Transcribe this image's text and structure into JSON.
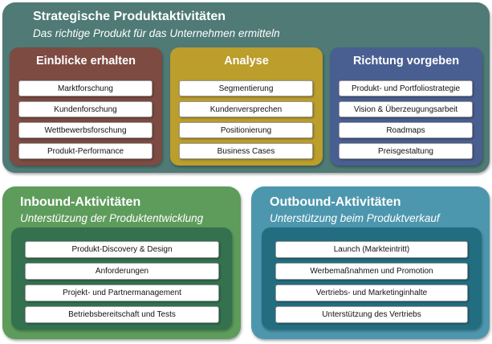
{
  "top": {
    "title": "Strategische Produktaktivitäten",
    "subtitle": "Das richtige Produkt für das Unternehmen ermitteln",
    "color": "#4f7a76",
    "columns": [
      {
        "title": "Einblicke erhalten",
        "color": "#7d4b42",
        "items": [
          "Marktforschung",
          "Kundenforschung",
          "Wettbewerbsforschung",
          "Produkt-Performance"
        ]
      },
      {
        "title": "Analyse",
        "color": "#bb9e2b",
        "items": [
          "Segmentierung",
          "Kundenversprechen",
          "Positionierung",
          "Business Cases"
        ]
      },
      {
        "title": "Richtung vorgeben",
        "color": "#4a5f91",
        "items": [
          "Produkt- und Portfoliostrategie",
          "Vision & Überzeugungsarbeit",
          "Roadmaps",
          "Preisgestaltung"
        ]
      }
    ]
  },
  "inbound": {
    "title": "Inbound-Aktivitäten",
    "subtitle": "Unterstützung der Produktentwicklung",
    "color": "#5e9c5c",
    "inner_color": "#33714f",
    "items": [
      "Produkt-Discovery & Design",
      "Anforderungen",
      "Projekt- und Partnermanagement",
      "Betriebsbereitschaft und Tests"
    ]
  },
  "outbound": {
    "title": "Outbound-Aktivitäten",
    "subtitle": "Unterstützung beim Produktverkauf",
    "color": "#4d97ae",
    "inner_color": "#226e80",
    "items": [
      "Launch (Markteintritt)",
      "Werbemaßnahmen und Promotion",
      "Vertriebs- und Marketinginhalte",
      "Unterstützung des Vertriebs"
    ]
  }
}
